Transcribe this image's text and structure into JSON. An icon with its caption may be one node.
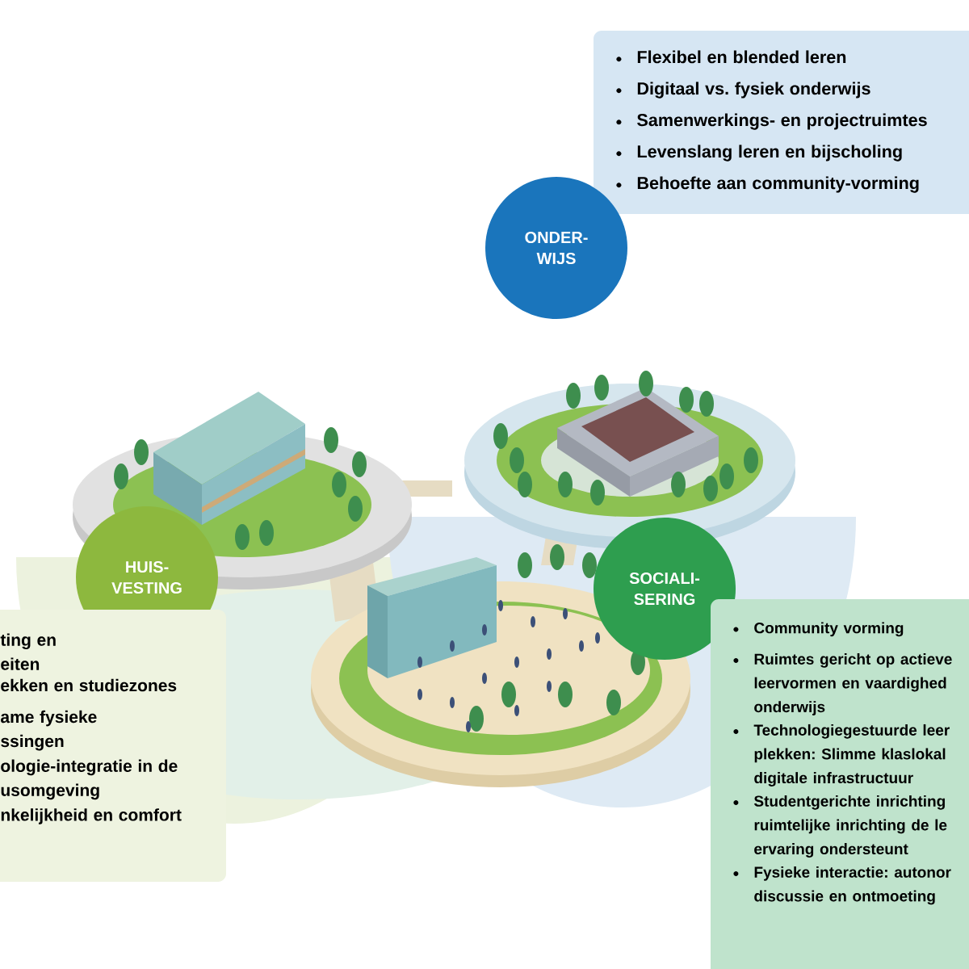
{
  "diagram": {
    "nodes": [
      {
        "text": [
          "Flexibel en blended leren",
          "Digitaal vs. fysiek onderwijs",
          "Samenwerkings- en projectruimtes",
          "Levenslang leren en bijscholing",
          "Behoefte aan community-vorming"
        ]
      },
      {
        "text": [
          "ONDER- WIJS"
        ]
      },
      {
        "text": [
          "HUIS- VESTING"
        ]
      },
      {
        "text": [
          "SOCIALI- SERING"
        ]
      },
      {
        "text": [
          "ting en eiten",
          "ekken en studiezones",
          "ame fysieke ssingen",
          "ologie-integratie in de usomgeving",
          "nkelijkheid en comfort"
        ]
      },
      {
        "text": [
          "Community vorming",
          "Ruimtes gericht op actieve leervormen en vaardighed onderwijs",
          "Technologiegestuurde leer plekken: Slimme klaslokal digitale infrastructuur",
          "Studentgerichte inrichting ruimtelijke inrichting de le ervaring ondersteunt",
          "Fysieke interactie: autonor discussie en ontmoeting"
        ]
      }
    ]
  }
}
